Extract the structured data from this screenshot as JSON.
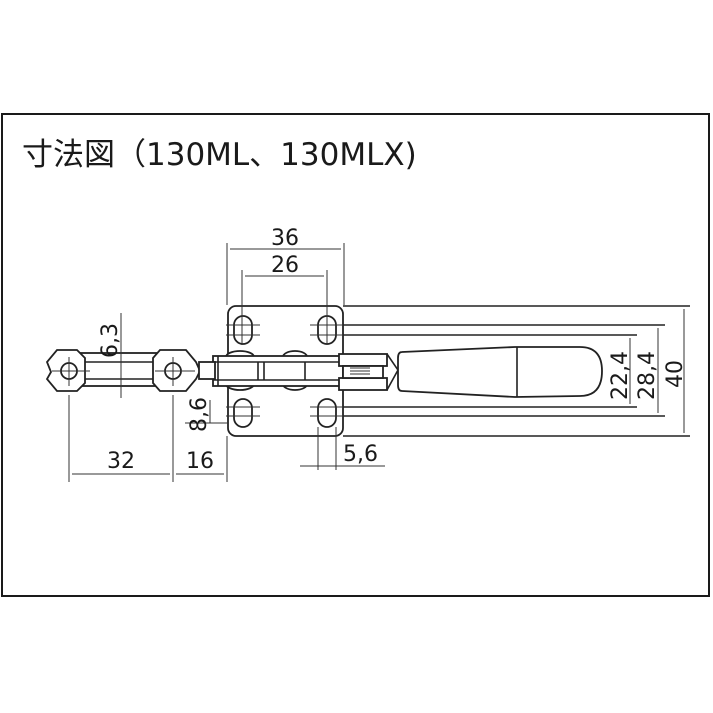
{
  "title": "寸法図（130ML、130MLX)",
  "drawing": {
    "subject": "horizontal toggle clamp",
    "models": [
      "130ML",
      "130MLX"
    ],
    "units": "mm"
  },
  "dimensions": {
    "top_outer": "36",
    "top_inner": "26",
    "spindle_height": "6,3",
    "base_offset": "8,6",
    "link_length": "32",
    "spindle_to_base": "16",
    "slot_width": "5,6",
    "handle_width": "22,4",
    "mid_width": "28,4",
    "base_width": "40"
  },
  "colors": {
    "line": "#222222",
    "background": "#ffffff"
  }
}
